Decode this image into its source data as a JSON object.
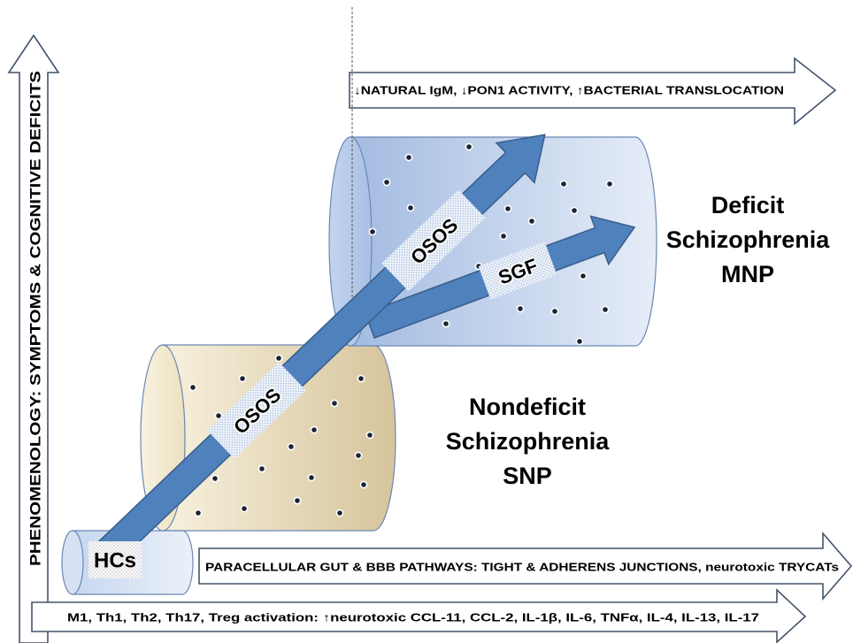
{
  "y_axis": {
    "label": "PHENOMENOLOGY: SYMPTOMS & COGNITIVE DEFICITS"
  },
  "top_arrow": {
    "label": "↓NATURAL IgM, ↓PON1 ACTIVITY, ↑BACTERIAL TRANSLOCATION"
  },
  "groups": {
    "deficit": {
      "line1": "Deficit",
      "line2": "Schizophrenia",
      "line3": "MNP"
    },
    "nondeficit": {
      "line1": "Nondeficit",
      "line2": "Schizophrenia",
      "line3": "SNP"
    },
    "controls": {
      "label": "HCs"
    }
  },
  "pathways": {
    "lower": "OSOS",
    "upper": "OSOS",
    "branch": "SGF"
  },
  "bottom_arrows": {
    "paracellular": "PARACELLULAR GUT & BBB PATHWAYS: TIGHT & ADHERENS JUNCTIONS, neurotoxic TRYCATs",
    "immune": "M1, Th1, Th2, Th17, Treg activation: ↑neurotoxic CCL-11, CCL-2, IL-1β, IL-6, TNFα, IL-4, IL-13, IL-17"
  },
  "colors": {
    "flow_arrow": "#4f81bd",
    "flow_arrow_stroke": "#385d8a",
    "outline_arrow_stroke": "#44546a",
    "deficit_cylinder": "#b9cbe8",
    "nondeficit_cylinder": "#e8dcb8",
    "controls_cylinder": "#d3e0f2"
  }
}
